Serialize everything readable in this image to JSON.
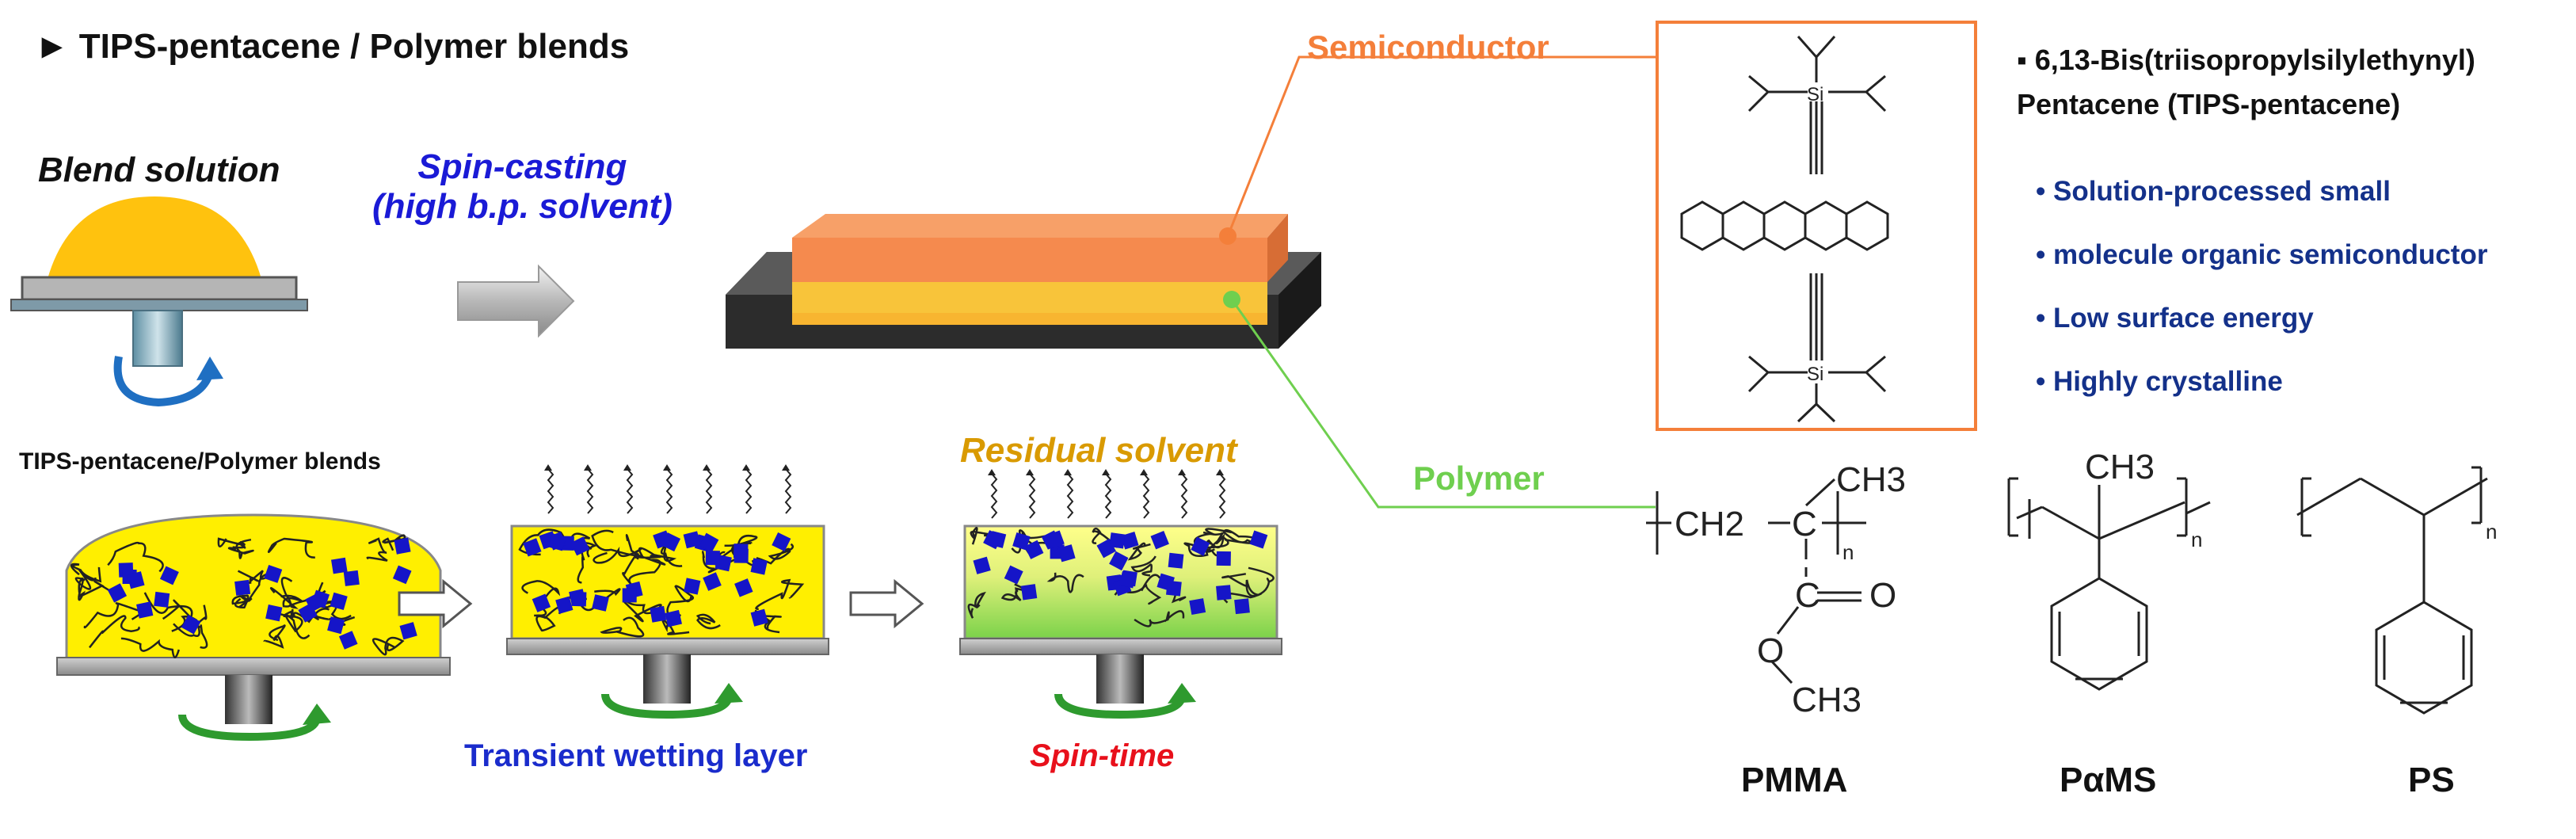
{
  "title": "► TIPS-pentacene / Polymer blends",
  "labels": {
    "blend_solution": "Blend solution",
    "spin_casting_1": "Spin-casting",
    "spin_casting_2": "(high b.p. solvent)",
    "tips_polymer_blends": "TIPS-pentacene/Polymer blends",
    "residual_solvent": "Residual solvent",
    "transient_wetting": "Transient wetting layer",
    "spin_time": "Spin-time",
    "semiconductor": "Semiconductor",
    "polymer": "Polymer"
  },
  "molecule": {
    "heading_1": "▪ 6,13-Bis(triisopropylsilylethynyl)",
    "heading_2": "Pentacene (TIPS-pentacene)",
    "si_label": "Si",
    "bullets": [
      "Solution-processed small",
      "molecule organic semiconductor",
      "Low surface energy",
      "Highly crystalline"
    ]
  },
  "polymers": {
    "pmma": {
      "name": "PMMA",
      "ch3": "CH3",
      "ch2": "CH2",
      "c": "C",
      "o": "O",
      "n": "n"
    },
    "pams": {
      "name": "PαMS",
      "ch3": "CH3",
      "n": "n"
    },
    "ps": {
      "name": "PS",
      "n": "n"
    }
  },
  "colors": {
    "semiconductor": "#f47f3a",
    "polymer": "#6fcf4f",
    "spin_blue": "#1a1ad6",
    "residual": "#d99a00",
    "spin_time": "#e8101b",
    "bullet_blue": "#14318a",
    "blob_yellow": "#ffef00",
    "crystal_blue": "#1515c8"
  }
}
